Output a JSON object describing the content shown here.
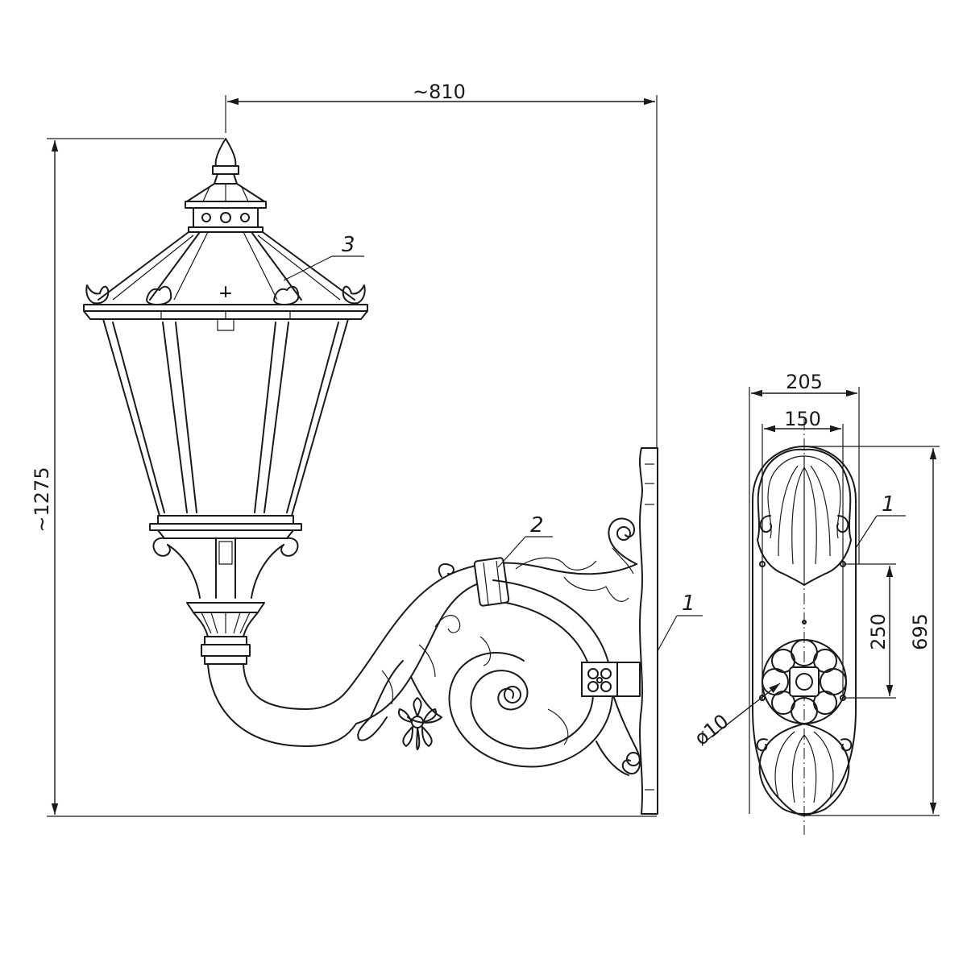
{
  "dimensions": {
    "total_width": "~810",
    "total_height": "~1275",
    "plate_width_outer": "205",
    "plate_width_inner": "150",
    "hole_spacing": "250",
    "plate_height": "695",
    "hole_diameter": "ø10"
  },
  "callouts": {
    "wall_plate_side": "1",
    "wall_plate_front": "1",
    "bracket_arm": "2",
    "lantern": "3"
  }
}
